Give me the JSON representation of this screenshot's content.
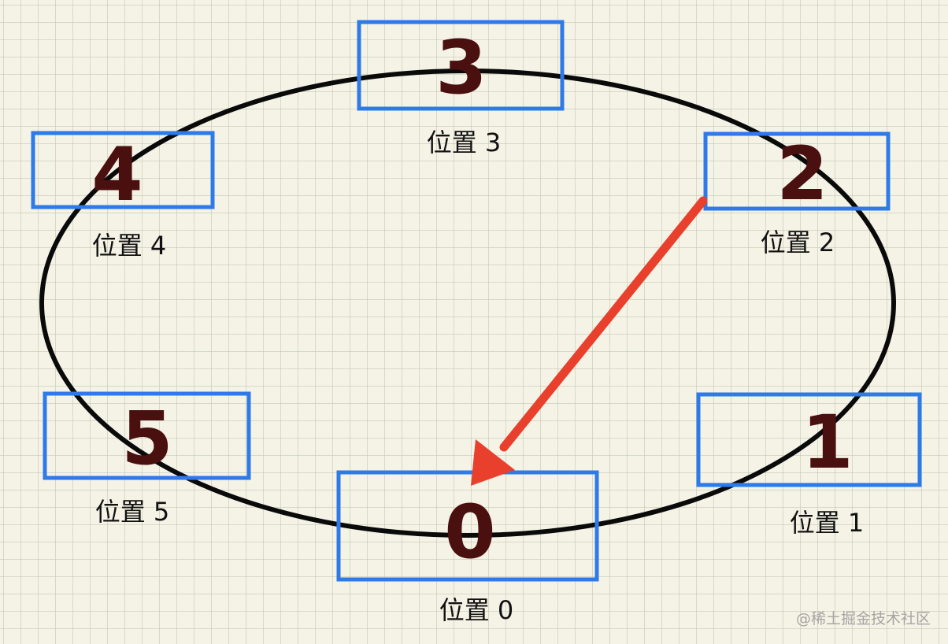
{
  "colors": {
    "background": "#f5f3e6",
    "ring": "#0a0a0a",
    "box_border": "#2d7ae8",
    "number": "#4a0f0f",
    "label": "#111111",
    "arrow": "#e8402c"
  },
  "slots": [
    {
      "number": "0",
      "label": "位置 0"
    },
    {
      "number": "1",
      "label": "位置 1"
    },
    {
      "number": "2",
      "label": "位置 2"
    },
    {
      "number": "3",
      "label": "位置 3"
    },
    {
      "number": "4",
      "label": "位置 4"
    },
    {
      "number": "5",
      "label": "位置 5"
    }
  ],
  "arrow": {
    "from_slot": "2",
    "to_slot": "0"
  },
  "watermark": "@稀土掘金技术社区"
}
